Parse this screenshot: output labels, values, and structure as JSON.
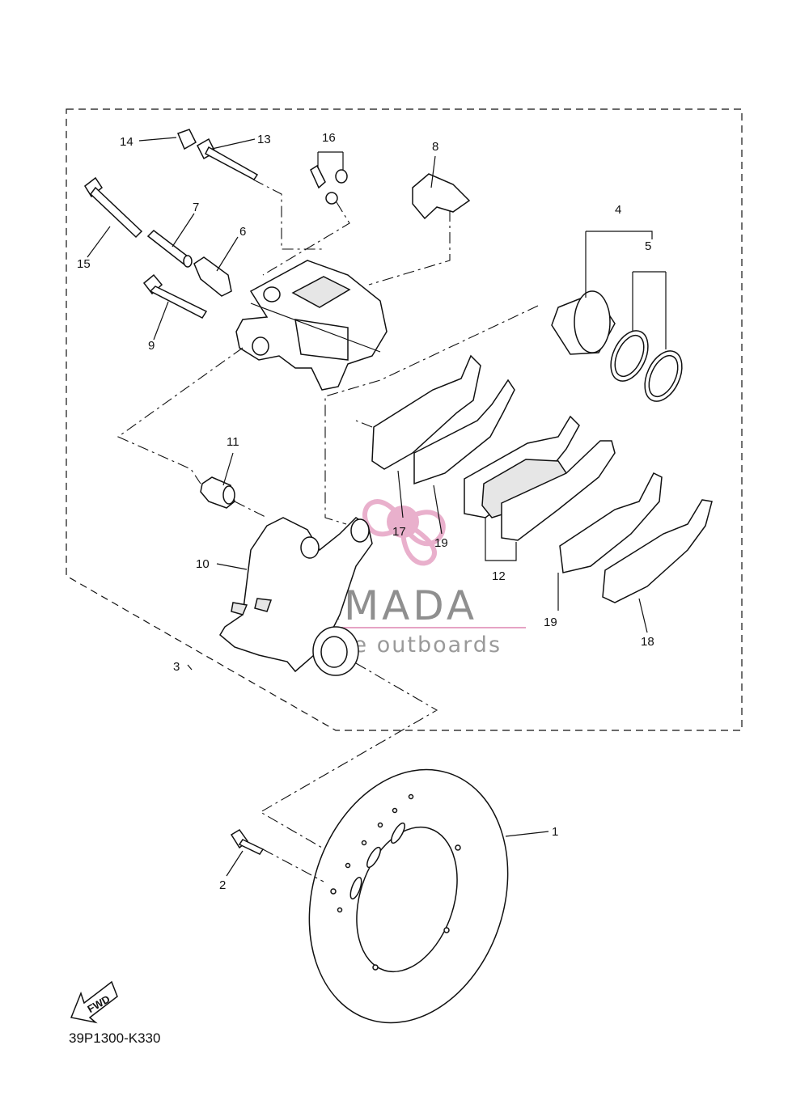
{
  "diagram_code": "39P1300-K330",
  "fwd_label": "FWD",
  "watermark": {
    "brand": "ARMADA",
    "tagline": "marine outboards",
    "accent_color": "#e6a3c4",
    "brand_color": "#8f8f8f"
  },
  "callouts": [
    "1",
    "2",
    "3",
    "4",
    "5",
    "6",
    "7",
    "8",
    "9",
    "10",
    "11",
    "12",
    "13",
    "14",
    "15",
    "16",
    "17",
    "18",
    "19",
    "19"
  ],
  "colors": {
    "line": "#111111",
    "background": "#ffffff"
  }
}
